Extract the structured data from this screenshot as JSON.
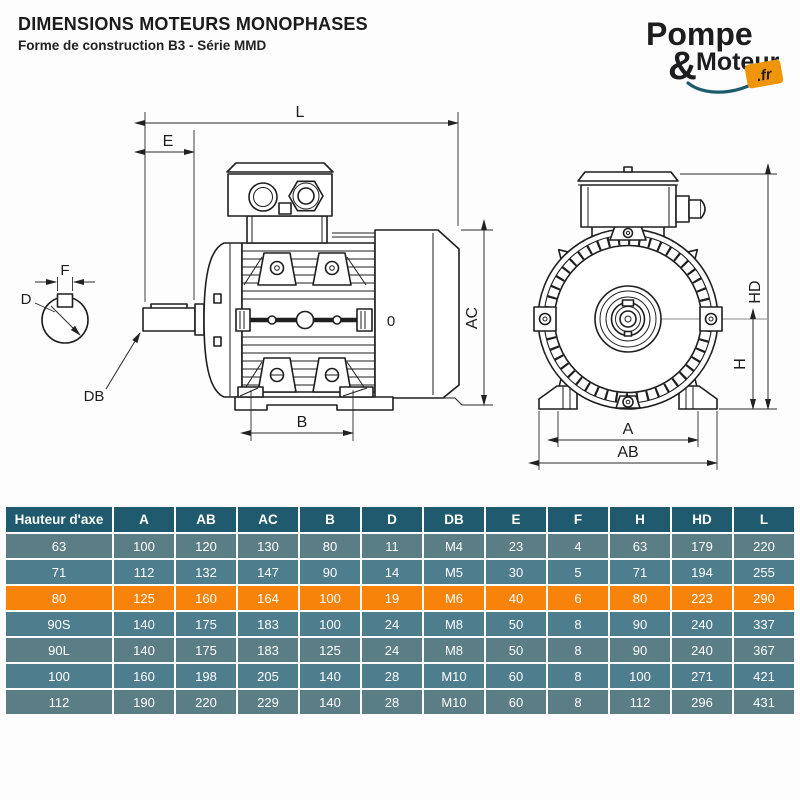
{
  "header": {
    "title": "DIMENSIONS MOTEURS MONOPHASES",
    "subtitle": "Forme de construction B3 - Série MMD"
  },
  "logo": {
    "word1": "Pompe",
    "amp": "&",
    "word2": "Moteur",
    "tld": ".fr"
  },
  "colors": {
    "logo_teal": "#1f5b6e",
    "logo_orange": "#f09509",
    "table_header_teal": "#1f5a6e",
    "row_teal_dark": "#5b7d85",
    "row_teal_blue": "#4e7d8d",
    "highlight_orange": "#f8830b"
  },
  "diagram": {
    "labels": {
      "l": "L",
      "e": "E",
      "f": "F",
      "d": "D",
      "db": "DB",
      "b": "B",
      "ac": "AC",
      "o": "0",
      "hd": "HD",
      "h": "H",
      "a": "A",
      "ab": "AB"
    }
  },
  "table": {
    "highlighted_row": "80",
    "columns": [
      "Hauteur d'axe",
      "A",
      "AB",
      "AC",
      "B",
      "D",
      "DB",
      "E",
      "F",
      "H",
      "HD",
      "L"
    ],
    "rows": [
      [
        "63",
        "100",
        "120",
        "130",
        "80",
        "11",
        "M4",
        "23",
        "4",
        "63",
        "179",
        "220"
      ],
      [
        "71",
        "112",
        "132",
        "147",
        "90",
        "14",
        "M5",
        "30",
        "5",
        "71",
        "194",
        "255"
      ],
      [
        "80",
        "125",
        "160",
        "164",
        "100",
        "19",
        "M6",
        "40",
        "6",
        "80",
        "223",
        "290"
      ],
      [
        "90S",
        "140",
        "175",
        "183",
        "100",
        "24",
        "M8",
        "50",
        "8",
        "90",
        "240",
        "337"
      ],
      [
        "90L",
        "140",
        "175",
        "183",
        "125",
        "24",
        "M8",
        "50",
        "8",
        "90",
        "240",
        "367"
      ],
      [
        "100",
        "160",
        "198",
        "205",
        "140",
        "28",
        "M10",
        "60",
        "8",
        "100",
        "271",
        "421"
      ],
      [
        "112",
        "190",
        "220",
        "229",
        "140",
        "28",
        "M10",
        "60",
        "8",
        "112",
        "296",
        "431"
      ]
    ]
  }
}
